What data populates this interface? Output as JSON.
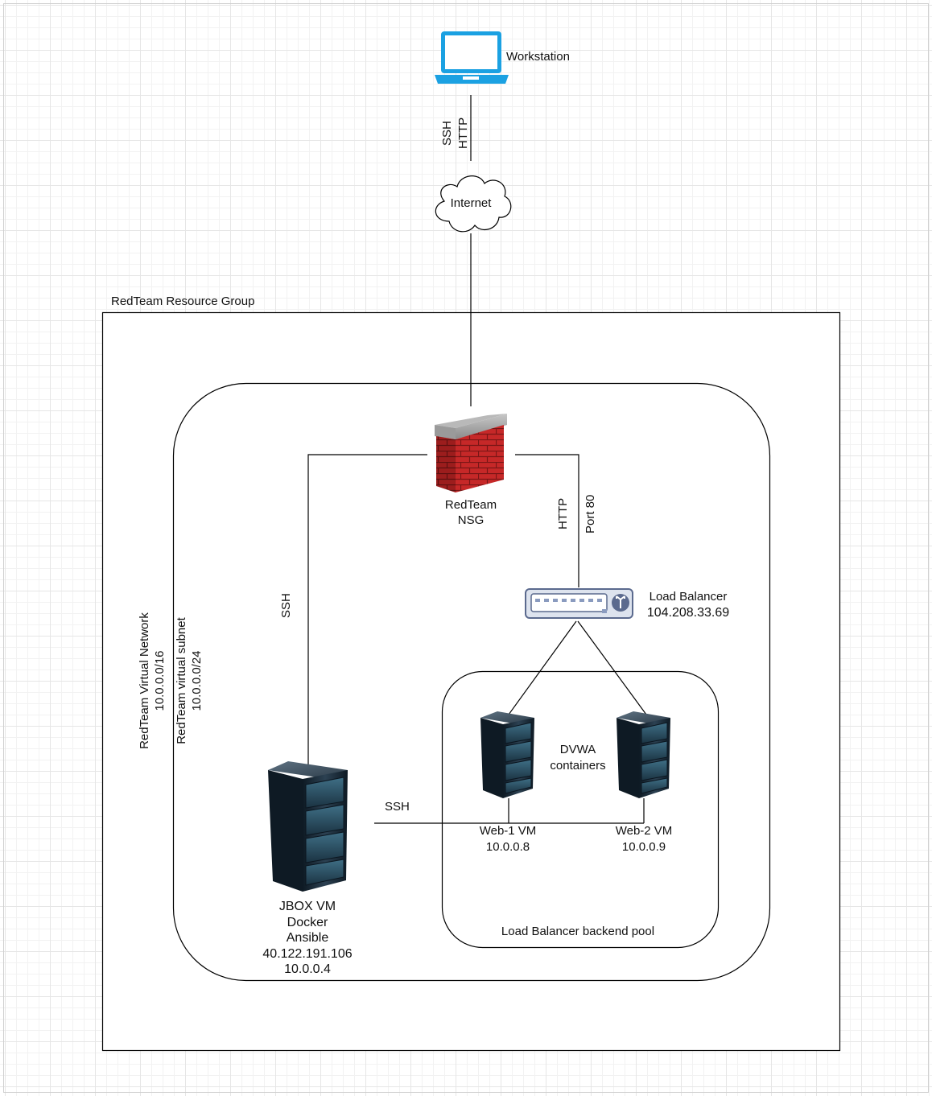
{
  "workstation": {
    "label": "Workstation"
  },
  "workstation_link": {
    "labels": [
      "SSH",
      "HTTP"
    ]
  },
  "internet": {
    "label": "Internet"
  },
  "resource_group": {
    "label": "RedTeam Resource Group"
  },
  "virtual_network": {
    "name": "RedTeam Virtual Network",
    "cidr": "10.0.0.0/16"
  },
  "subnet": {
    "name": "RedTeam virtual subnet",
    "cidr": "10.0.0.0/24"
  },
  "nsg": {
    "line1": "RedTeam",
    "line2": "NSG"
  },
  "nsg_to_jbox": {
    "label": "SSH"
  },
  "nsg_to_lb": {
    "labels": [
      "HTTP",
      "Port 80"
    ]
  },
  "load_balancer": {
    "label": "Load Balancer",
    "ip": "104.208.33.69"
  },
  "backend_pool": {
    "label": "Load Balancer backend pool"
  },
  "dvwa": {
    "line1": "DVWA",
    "line2": "containers"
  },
  "web1": {
    "name": "Web-1 VM",
    "ip": "10.0.0.8"
  },
  "web2": {
    "name": "Web-2 VM",
    "ip": "10.0.0.9"
  },
  "jbox_to_web": {
    "label": "SSH"
  },
  "jbox": {
    "lines": [
      "JBOX VM",
      "Docker",
      "Ansible",
      "40.122.191.106",
      "10.0.0.4"
    ]
  },
  "colors": {
    "laptop": "#1ba1e2",
    "firewall_brick": "#c62828",
    "firewall_cap": "#9e9e9e",
    "server_body": "#1f2f3c"
  }
}
